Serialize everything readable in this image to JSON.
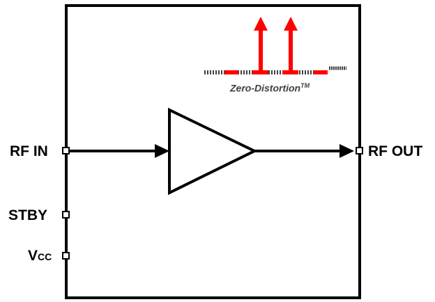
{
  "labels": {
    "rf_in": "RF IN",
    "rf_out": "RF OUT",
    "stby": "STBY",
    "vcc_main": "V",
    "vcc_sub": "CC"
  },
  "spectrum": {
    "caption": "Zero-Distortion",
    "trademark": "TM"
  },
  "colors": {
    "signal": "#ff0000",
    "noise": "#404040",
    "lines": "#000000"
  }
}
